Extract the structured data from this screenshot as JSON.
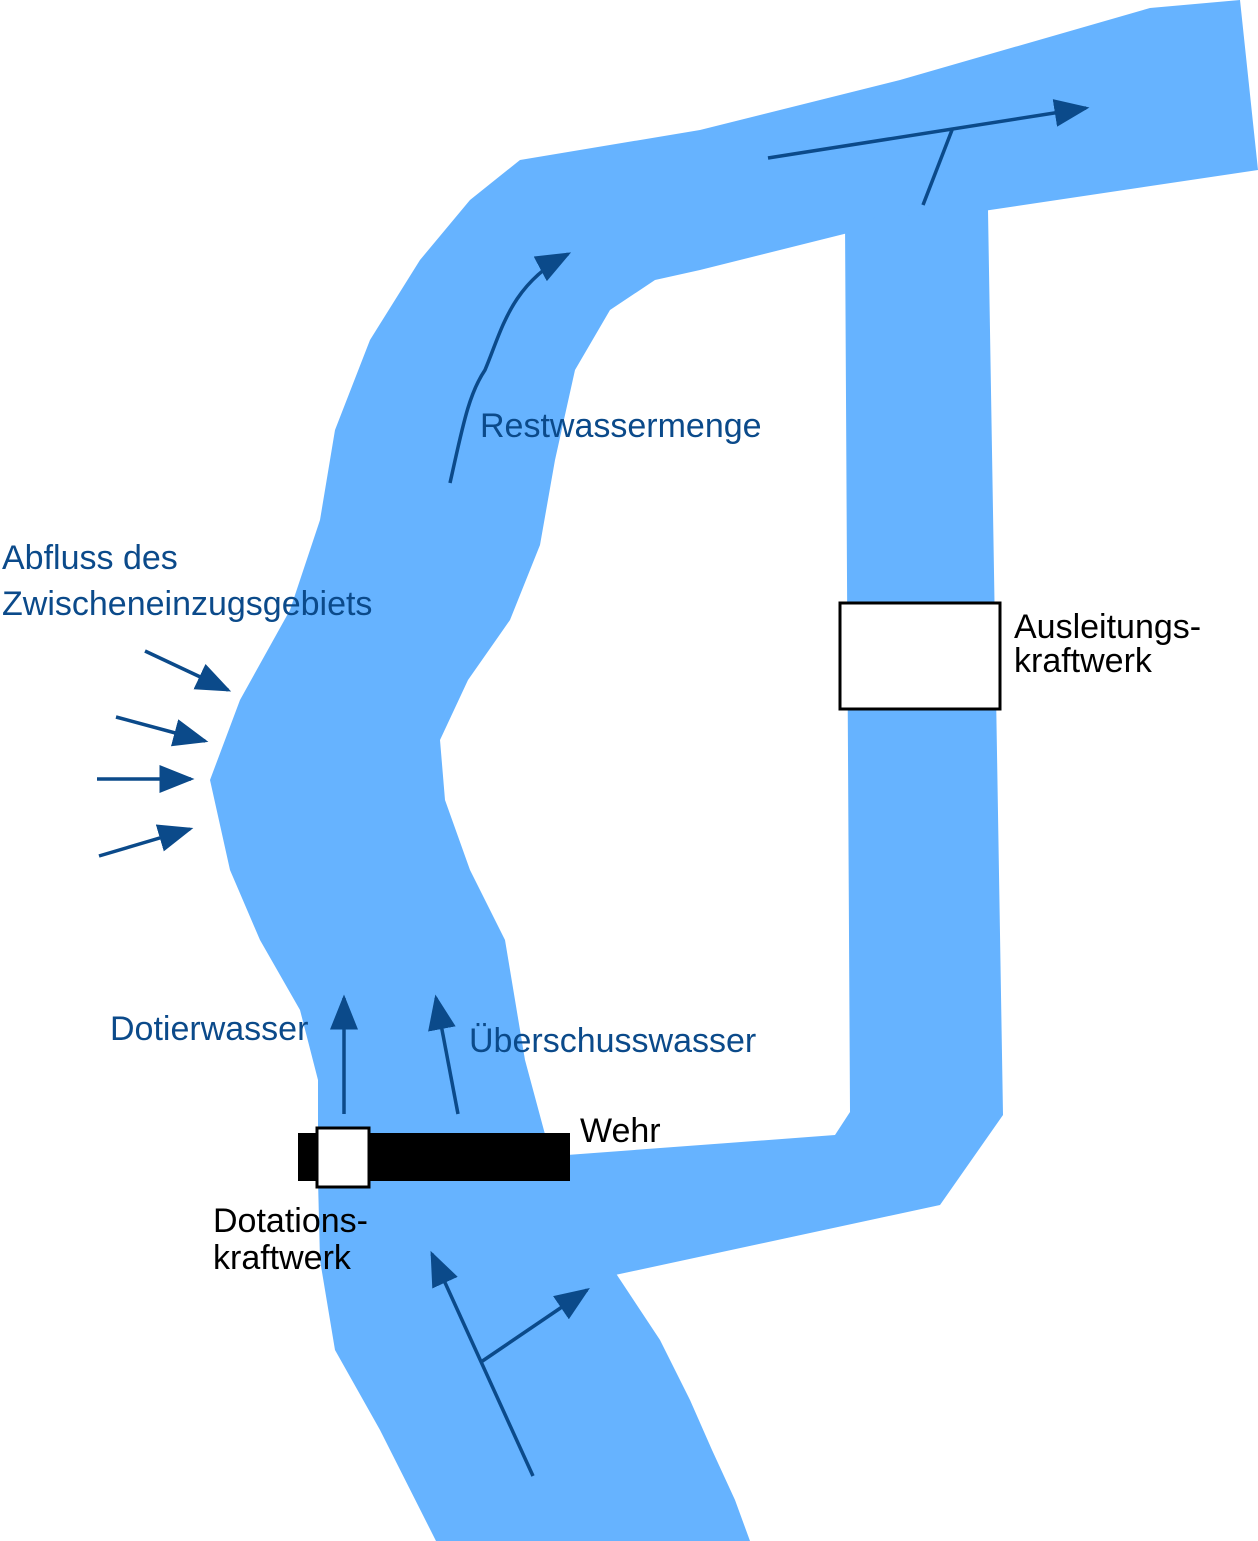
{
  "colors": {
    "water": "#66b3ff",
    "arrow": "#0b4a8a",
    "text_blue": "#0b4a8a",
    "weir": "#000000",
    "plant_fill": "#ffffff"
  },
  "labels": {
    "restwasser": "Restwassermenge",
    "abfluss_line1": "Abfluss des",
    "abfluss_line2": "Zwischeneinzugsgebiets",
    "ausleitung_line1": "Ausleitungs-",
    "ausleitung_line2": "kraftwerk",
    "dotierwasser": "Dotierwasser",
    "ueberschuss": "Überschusswasser",
    "wehr": "Wehr",
    "dotation_line1": "Dotations-",
    "dotation_line2": "kraftwerk"
  }
}
